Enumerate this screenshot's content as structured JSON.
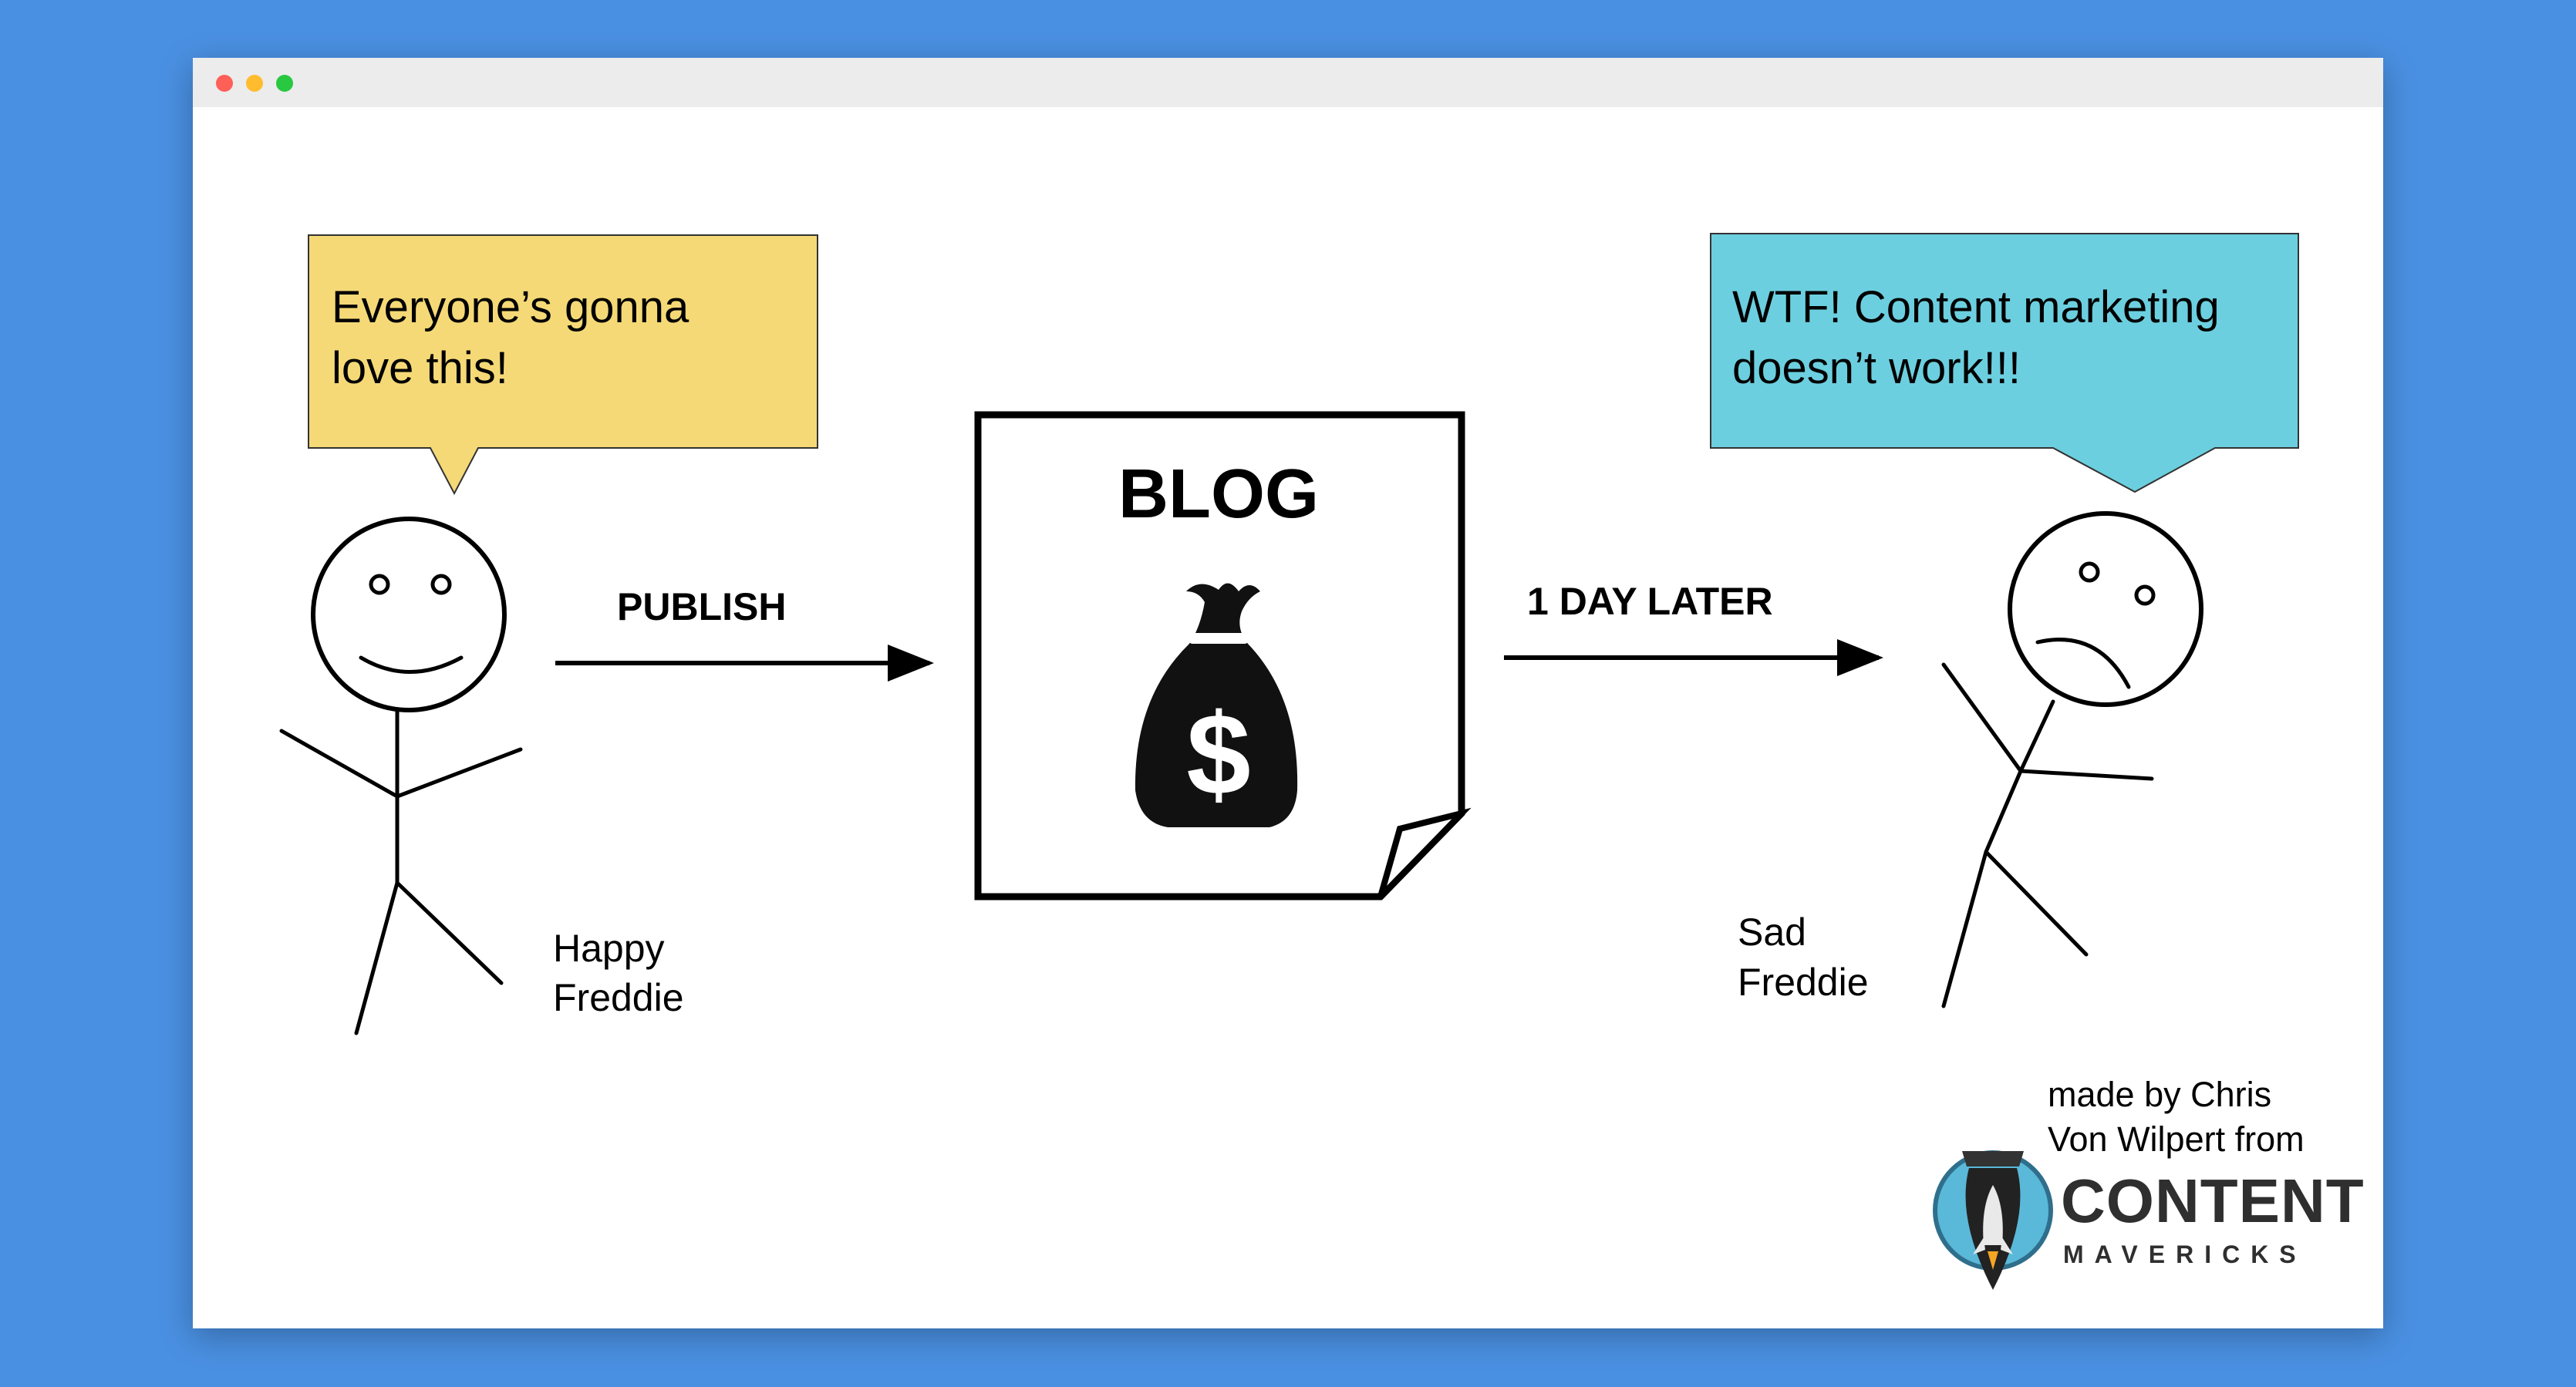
{
  "window": {
    "controls": [
      {
        "name": "close",
        "color": "#fe5f57"
      },
      {
        "name": "minimize",
        "color": "#febc2e"
      },
      {
        "name": "zoom",
        "color": "#28c840"
      }
    ]
  },
  "diagram": {
    "left_bubble": {
      "line1": "Everyone’s gonna",
      "line2": "love this!",
      "color": "#f5d976"
    },
    "left_figure": {
      "line1": "Happy",
      "line2": "Freddie"
    },
    "arrow1_label": "PUBLISH",
    "blog": {
      "title": "BLOG",
      "icon": "money-bag-icon",
      "symbol": "$"
    },
    "arrow2_label": "1 DAY LATER",
    "right_bubble": {
      "line1": "WTF! Content marketing",
      "line2": "doesn’t work!!!",
      "color": "#6ccfdf"
    },
    "right_figure": {
      "line1": "Sad",
      "line2": "Freddie"
    }
  },
  "credit": {
    "line1": "made by Chris",
    "line2": "Von Wilpert from",
    "logo_word1": "CONTENT",
    "logo_word2": "MAVERICKS",
    "logo_icon": "pen-nib-rocket-icon"
  }
}
